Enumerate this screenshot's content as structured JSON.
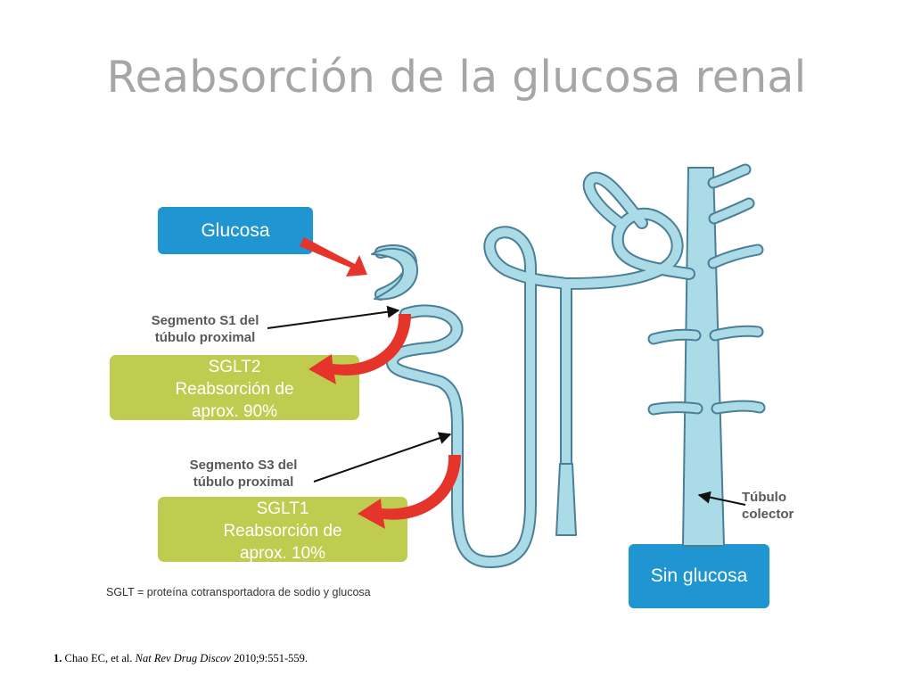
{
  "title": "Reabsorción de la glucosa renal",
  "labels": {
    "glucosa": "Glucosa",
    "sin_glucosa": "Sin glucosa",
    "s1_line1": "Segmento S1 del",
    "s1_line2": "túbulo proximal",
    "sglt2_line1": "SGLT2",
    "sglt2_line2": "Reabsorción de",
    "sglt2_line3": "aprox. 90%",
    "s3_line1": "Segmento S3 del",
    "s3_line2": "túbulo proximal",
    "sglt1_line1": "SGLT1",
    "sglt1_line2": "Reabsorción de",
    "sglt1_line3": "aprox. 10%",
    "tubulo_line1": "Túbulo",
    "tubulo_line2": "colector",
    "sglt_note": "SGLT = proteína cotransportadora de sodio y glucosa"
  },
  "citation": {
    "number": "1.",
    "authors": " Chao EC, et al. ",
    "journal": "Nat Rev Drug Discov",
    "details": " 2010;9:551-559."
  },
  "colors": {
    "blue_box": "#1f96d2",
    "green_box": "#bfcc50",
    "tubule_fill": "#aadbe6",
    "tubule_stroke": "#4a7f97",
    "red_arrow": "#e5352b",
    "title_gray": "#a6a6a6"
  }
}
